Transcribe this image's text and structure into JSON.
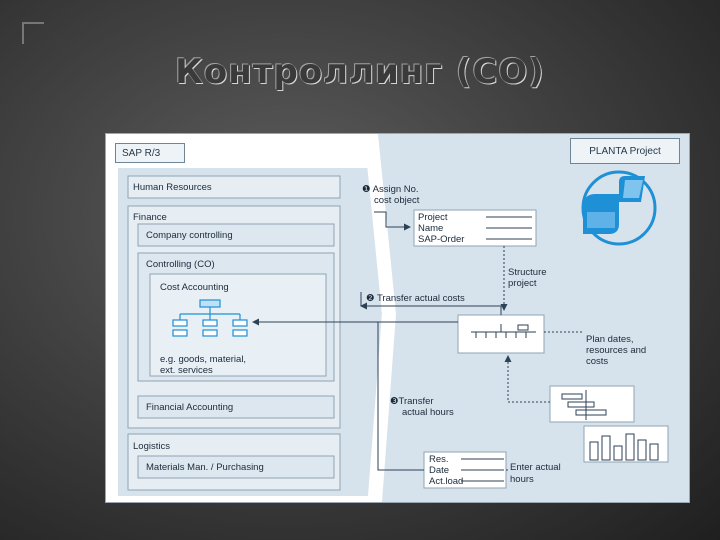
{
  "slide": {
    "title": "Контроллинг (CO)"
  },
  "sap": {
    "header": "SAP R/3",
    "human_resources": "Human Resources",
    "finance": "Finance",
    "company_controlling": "Company controlling",
    "controlling_co": "Controlling (CO)",
    "cost_accounting": "Cost Accounting",
    "cost_examples_1": "e.g. goods, material,",
    "cost_examples_2": "ext. services",
    "financial_accounting": "Financial Accounting",
    "logistics": "Logistics",
    "materials_purchasing": "Materials Man. / Purchasing"
  },
  "planta": {
    "header": "PLANTA Project"
  },
  "flow": {
    "step1_line1": "❶ Assign No.",
    "step1_line2": "cost object",
    "project_field": "Project",
    "name_field": "Name",
    "sap_order_field": "SAP-Order",
    "structure_line1": "Structure",
    "structure_line2": "project",
    "step2": "❷ Transfer actual costs",
    "plan_line1": "Plan dates,",
    "plan_line2": "resources and",
    "plan_line3": "costs",
    "step3_line1": "❸Transfer",
    "step3_line2": "actual hours",
    "res_field": "Res.",
    "date_field": "Date",
    "actload_field": "Act.load",
    "enter_line1": "Enter actual",
    "enter_line2": "hours"
  },
  "colors": {
    "panel_fill": "#d7e3ec",
    "panel_border": "#8fa3b3",
    "line": "#2c4257",
    "accent": "#1e90d6"
  }
}
